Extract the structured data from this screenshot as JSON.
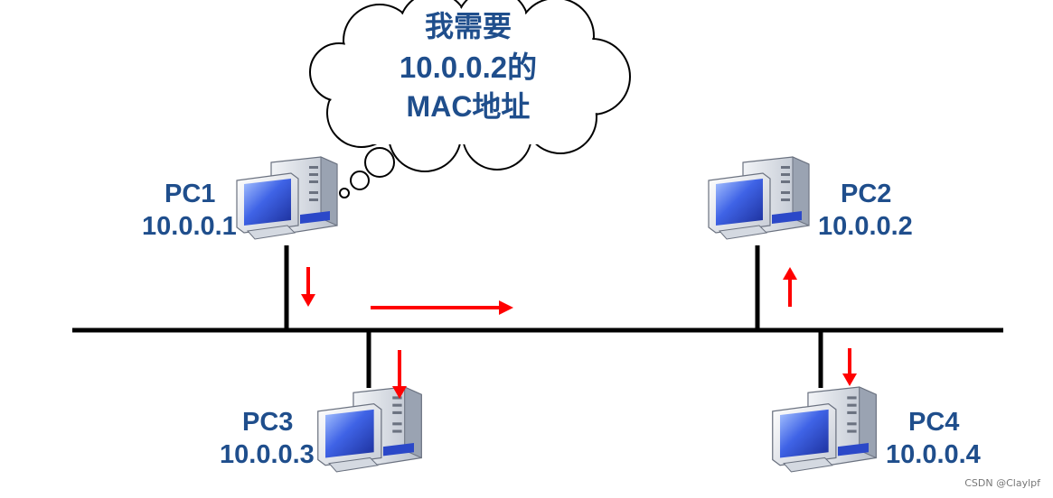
{
  "bubble": {
    "line1": "我需要",
    "line2": "10.0.0.2的",
    "line3": "MAC地址"
  },
  "nodes": [
    {
      "name": "PC1",
      "ip": "10.0.0.1"
    },
    {
      "name": "PC2",
      "ip": "10.0.0.2"
    },
    {
      "name": "PC3",
      "ip": "10.0.0.3"
    },
    {
      "name": "PC4",
      "ip": "10.0.0.4"
    }
  ],
  "colors": {
    "label": "#1f4e8c",
    "arrow": "#ff0000",
    "line": "#000000",
    "monitor_screen": "#3b5fe0"
  },
  "watermark": "CSDN @Claylpf"
}
